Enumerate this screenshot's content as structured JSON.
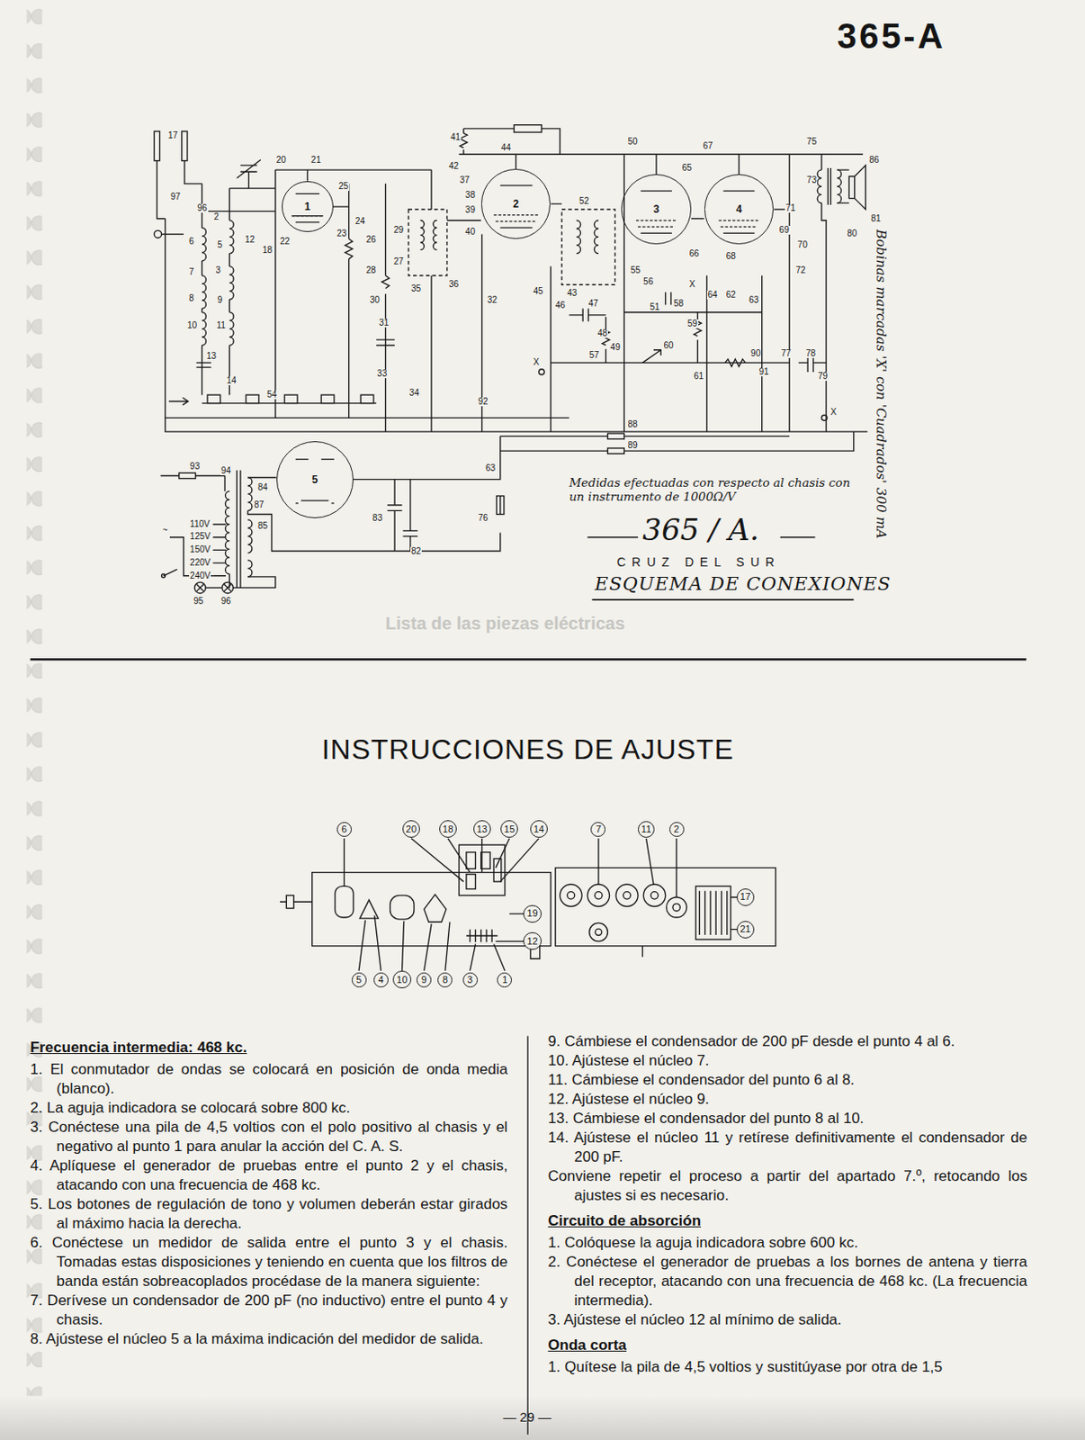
{
  "diagram": {
    "title": "INSTRUCCIONES DE AJUSTE",
    "nodes": [
      {
        "text": [
          "1"
        ]
      },
      {
        "text": [
          "2"
        ]
      },
      {
        "text": [
          "3"
        ]
      },
      {
        "text": [
          "4"
        ]
      },
      {
        "text": [
          "5"
        ]
      },
      {
        "text": [
          "6"
        ]
      },
      {
        "text": [
          "20"
        ]
      },
      {
        "text": [
          "18"
        ]
      },
      {
        "text": [
          "13"
        ]
      },
      {
        "text": [
          "15"
        ]
      },
      {
        "text": [
          "14"
        ]
      },
      {
        "text": [
          "7"
        ]
      },
      {
        "text": [
          "11"
        ]
      },
      {
        "text": [
          "2"
        ]
      },
      {
        "text": [
          "19"
        ]
      },
      {
        "text": [
          "17"
        ]
      },
      {
        "text": [
          "12"
        ]
      },
      {
        "text": [
          "21"
        ]
      },
      {
        "text": [
          "5"
        ]
      },
      {
        "text": [
          "4"
        ]
      },
      {
        "text": [
          "10"
        ]
      },
      {
        "text": [
          "9"
        ]
      },
      {
        "text": [
          "8"
        ]
      },
      {
        "text": [
          "3"
        ]
      },
      {
        "text": [
          "1"
        ]
      }
    ],
    "labels": [
      "365-A",
      "Lista de las piezas eléctricas",
      "17",
      "97",
      "96",
      "2",
      "6",
      "5",
      "7",
      "3",
      "8",
      "9",
      "10",
      "11",
      "13",
      "12",
      "14",
      "54",
      "18",
      "20",
      "21",
      "22",
      "23",
      "24",
      "25",
      "26",
      "27",
      "28",
      "29",
      "30",
      "31",
      "33",
      "34",
      "35",
      "36",
      "37",
      "38",
      "39",
      "40",
      "41",
      "42",
      "44",
      "32",
      "45",
      "46",
      "47",
      "48",
      "49",
      "50",
      "43",
      "52",
      "51",
      "55",
      "56",
      "57",
      "58",
      "59",
      "60",
      "61",
      "62",
      "63",
      "64",
      "65",
      "66",
      "67",
      "68",
      "69",
      "70",
      "71",
      "72",
      "73",
      "75",
      "77",
      "78",
      "79",
      "80",
      "81",
      "86",
      "88",
      "89",
      "90",
      "91",
      "92",
      "93",
      "94",
      "87",
      "84",
      "85",
      "83",
      "82",
      "63",
      "76",
      "95",
      "96",
      "110V",
      "125V",
      "150V",
      "220V",
      "240V",
      "~",
      "X",
      "X",
      "X",
      "Medidas efectuadas con respecto al chasis con un instrumento de 1000Ω/V",
      "365 / A.",
      "CRUZ DEL SUR",
      "ESQUEMA DE CONEXIONES",
      "Bobinas marcadas 'X' con 'Cuadrados' 300 mA",
      "Frecuencia intermedia: 468 kc.",
      "1. El conmutador de ondas se colocará en posición de onda media (blanco).",
      "2. La aguja indicadora se colocará sobre 800 kc.",
      "3. Conéctese una pila de 4,5 voltios con el polo positivo al chasis y el negativo al punto 1 para anular la acción del C. A. S.",
      "4. Aplíquese el generador de pruebas entre el punto 2 y el chasis, atacando con una frecuencia de 468 kc.",
      "5. Los botones de regulación de tono y volumen deberán estar girados al máximo hacia la derecha.",
      "6. Conéctese un medidor de salida entre el punto 3 y el chasis. Tomadas estas disposiciones y teniendo en cuenta que los filtros de banda están sobreacoplados procédase de la manera siguiente:",
      "7. Derívese un condensador de 200 pF (no inductivo) entre el punto 4 y chasis.",
      "8. Ajústese el núcleo 5 a la máxima indicación del medidor de salida.",
      "9. Cámbiese el condensador de 200 pF desde el punto 4 al 6.",
      "10. Ajústese el núcleo 7.",
      "11. Cámbiese el condensador del punto 6 al 8.",
      "12. Ajústese el núcleo 9.",
      "13. Cámbiese el condensador del punto 8 al 10.",
      "14. Ajústese el núcleo 11 y retírese definitivamente el condensador de 200 pF.",
      "Conviene repetir el proceso a partir del apartado 7.º, retocando los ajustes si es necesario.",
      "Circuito de absorción",
      "1. Colóquese la aguja indicadora sobre 600 kc.",
      "2. Conéctese el generador de pruebas a los bornes de antena y tierra del receptor, atacando con una frecuencia de 468 kc. (La frecuencia intermedia).",
      "3. Ajústese el núcleo 12 al mínimo de salida.",
      "Onda corta",
      "1. Quítese la pila de 4,5 voltios y sustitúyase por otra de 1,5",
      "— 29 —"
    ]
  }
}
